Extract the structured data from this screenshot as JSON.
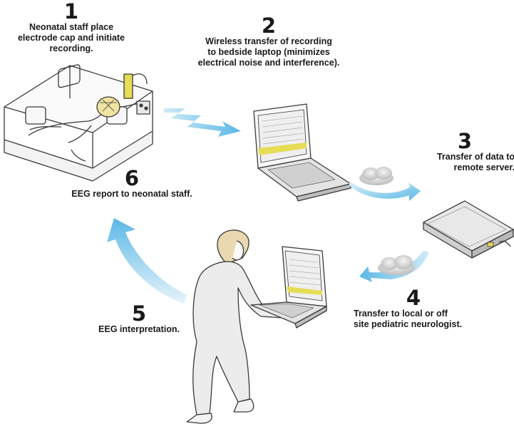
{
  "steps": [
    {
      "num": "1",
      "text": "Neonatal staff place\nelectrode cap and initiate\nrecording."
    },
    {
      "num": "2",
      "text": "Wireless transfer of recording\nto bedside laptop (minimizes\nelectrical noise and interference)."
    },
    {
      "num": "3",
      "text": "Transfer of data to\nremote server."
    },
    {
      "num": "4",
      "text": "Transfer to local or off\nsite pediatric neurologist."
    },
    {
      "num": "5",
      "text": "EEG interpretation."
    },
    {
      "num": "6",
      "text": "EEG report to neonatal staff."
    }
  ],
  "colors": {
    "arrow": "#5bb8e6",
    "arrow_light": "#cfeaf8",
    "line": "#3a3a3a",
    "fill_light": "#eeeeee",
    "highlight": "#e6dc55",
    "hair": "#ead8b0"
  }
}
